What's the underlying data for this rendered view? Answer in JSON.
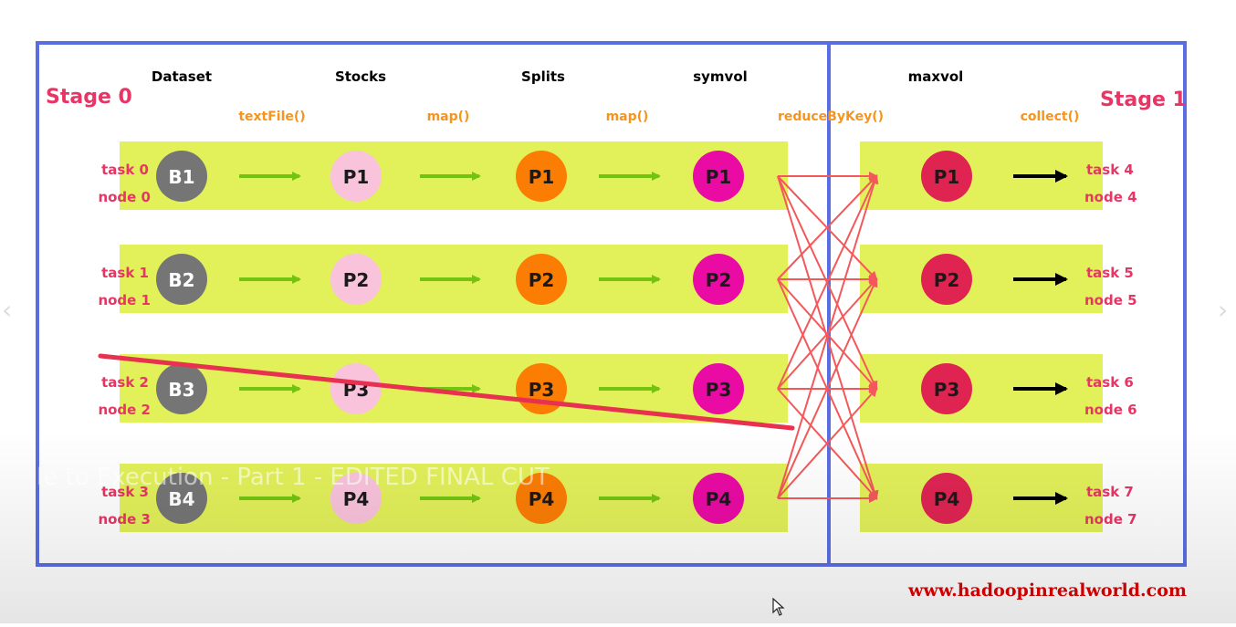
{
  "stages": {
    "stage0": "Stage 0",
    "stage1": "Stage 1"
  },
  "columns": [
    "Dataset",
    "Stocks",
    "Splits",
    "symvol",
    "maxvol"
  ],
  "operations": [
    "textFile()",
    "map()",
    "map()",
    "reduceByKey()",
    "collect()"
  ],
  "left_tasks": [
    {
      "task": "task 0",
      "node": "node 0"
    },
    {
      "task": "task 1",
      "node": "node 1"
    },
    {
      "task": "task 2",
      "node": "node 2"
    },
    {
      "task": "task 3",
      "node": "node 3"
    }
  ],
  "right_tasks": [
    {
      "task": "task 4",
      "node": "node 4"
    },
    {
      "task": "task 5",
      "node": "node 5"
    },
    {
      "task": "task 6",
      "node": "node 6"
    },
    {
      "task": "task 7",
      "node": "node 7"
    }
  ],
  "rows": [
    {
      "block": "B1",
      "stocks": "P1",
      "splits": "P1",
      "symvol": "P1",
      "maxvol": "P1"
    },
    {
      "block": "B2",
      "stocks": "P2",
      "splits": "P2",
      "symvol": "P2",
      "maxvol": "P2"
    },
    {
      "block": "B3",
      "stocks": "P3",
      "splits": "P3",
      "symvol": "P3",
      "maxvol": "P3"
    },
    {
      "block": "B4",
      "stocks": "P4",
      "splits": "P4",
      "symvol": "P4",
      "maxvol": "P4"
    }
  ],
  "colors": {
    "frame": "#5b6ee1",
    "band": "#e2f05a",
    "block": "#757575",
    "stocks": "#f9c3dc",
    "splits": "#fb7d04",
    "symvol": "#ea0aa4",
    "maxvol": "#df2452",
    "green_arrow": "#72c410",
    "shuffle": "#f3585a",
    "label_red": "#e83565",
    "label_orange": "#f7941d",
    "black_arrow": "#000000"
  },
  "watermark": "le to Execution - Part 1 - EDITED FINAL CUT",
  "website": "www.hadoopinrealworld.com"
}
